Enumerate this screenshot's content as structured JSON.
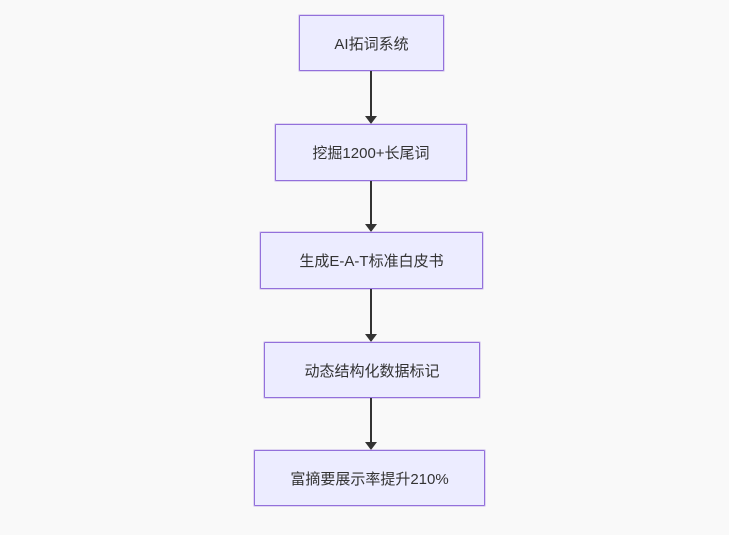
{
  "diagram": {
    "type": "flowchart",
    "direction": "top-down",
    "nodes": [
      {
        "id": "n1",
        "label": "AI拓词系统"
      },
      {
        "id": "n2",
        "label": "挖掘1200+长尾词"
      },
      {
        "id": "n3",
        "label": "生成E-A-T标准白皮书"
      },
      {
        "id": "n4",
        "label": "动态结构化数据标记"
      },
      {
        "id": "n5",
        "label": "富摘要展示率提升210%"
      }
    ],
    "edges": [
      {
        "from": "n1",
        "to": "n2"
      },
      {
        "from": "n2",
        "to": "n3"
      },
      {
        "from": "n3",
        "to": "n4"
      },
      {
        "from": "n4",
        "to": "n5"
      }
    ],
    "colors": {
      "background": "#f9f9f9",
      "node_fill": "#ececff",
      "node_border": "#9370db",
      "arrow": "#333333",
      "text": "#333333"
    }
  }
}
